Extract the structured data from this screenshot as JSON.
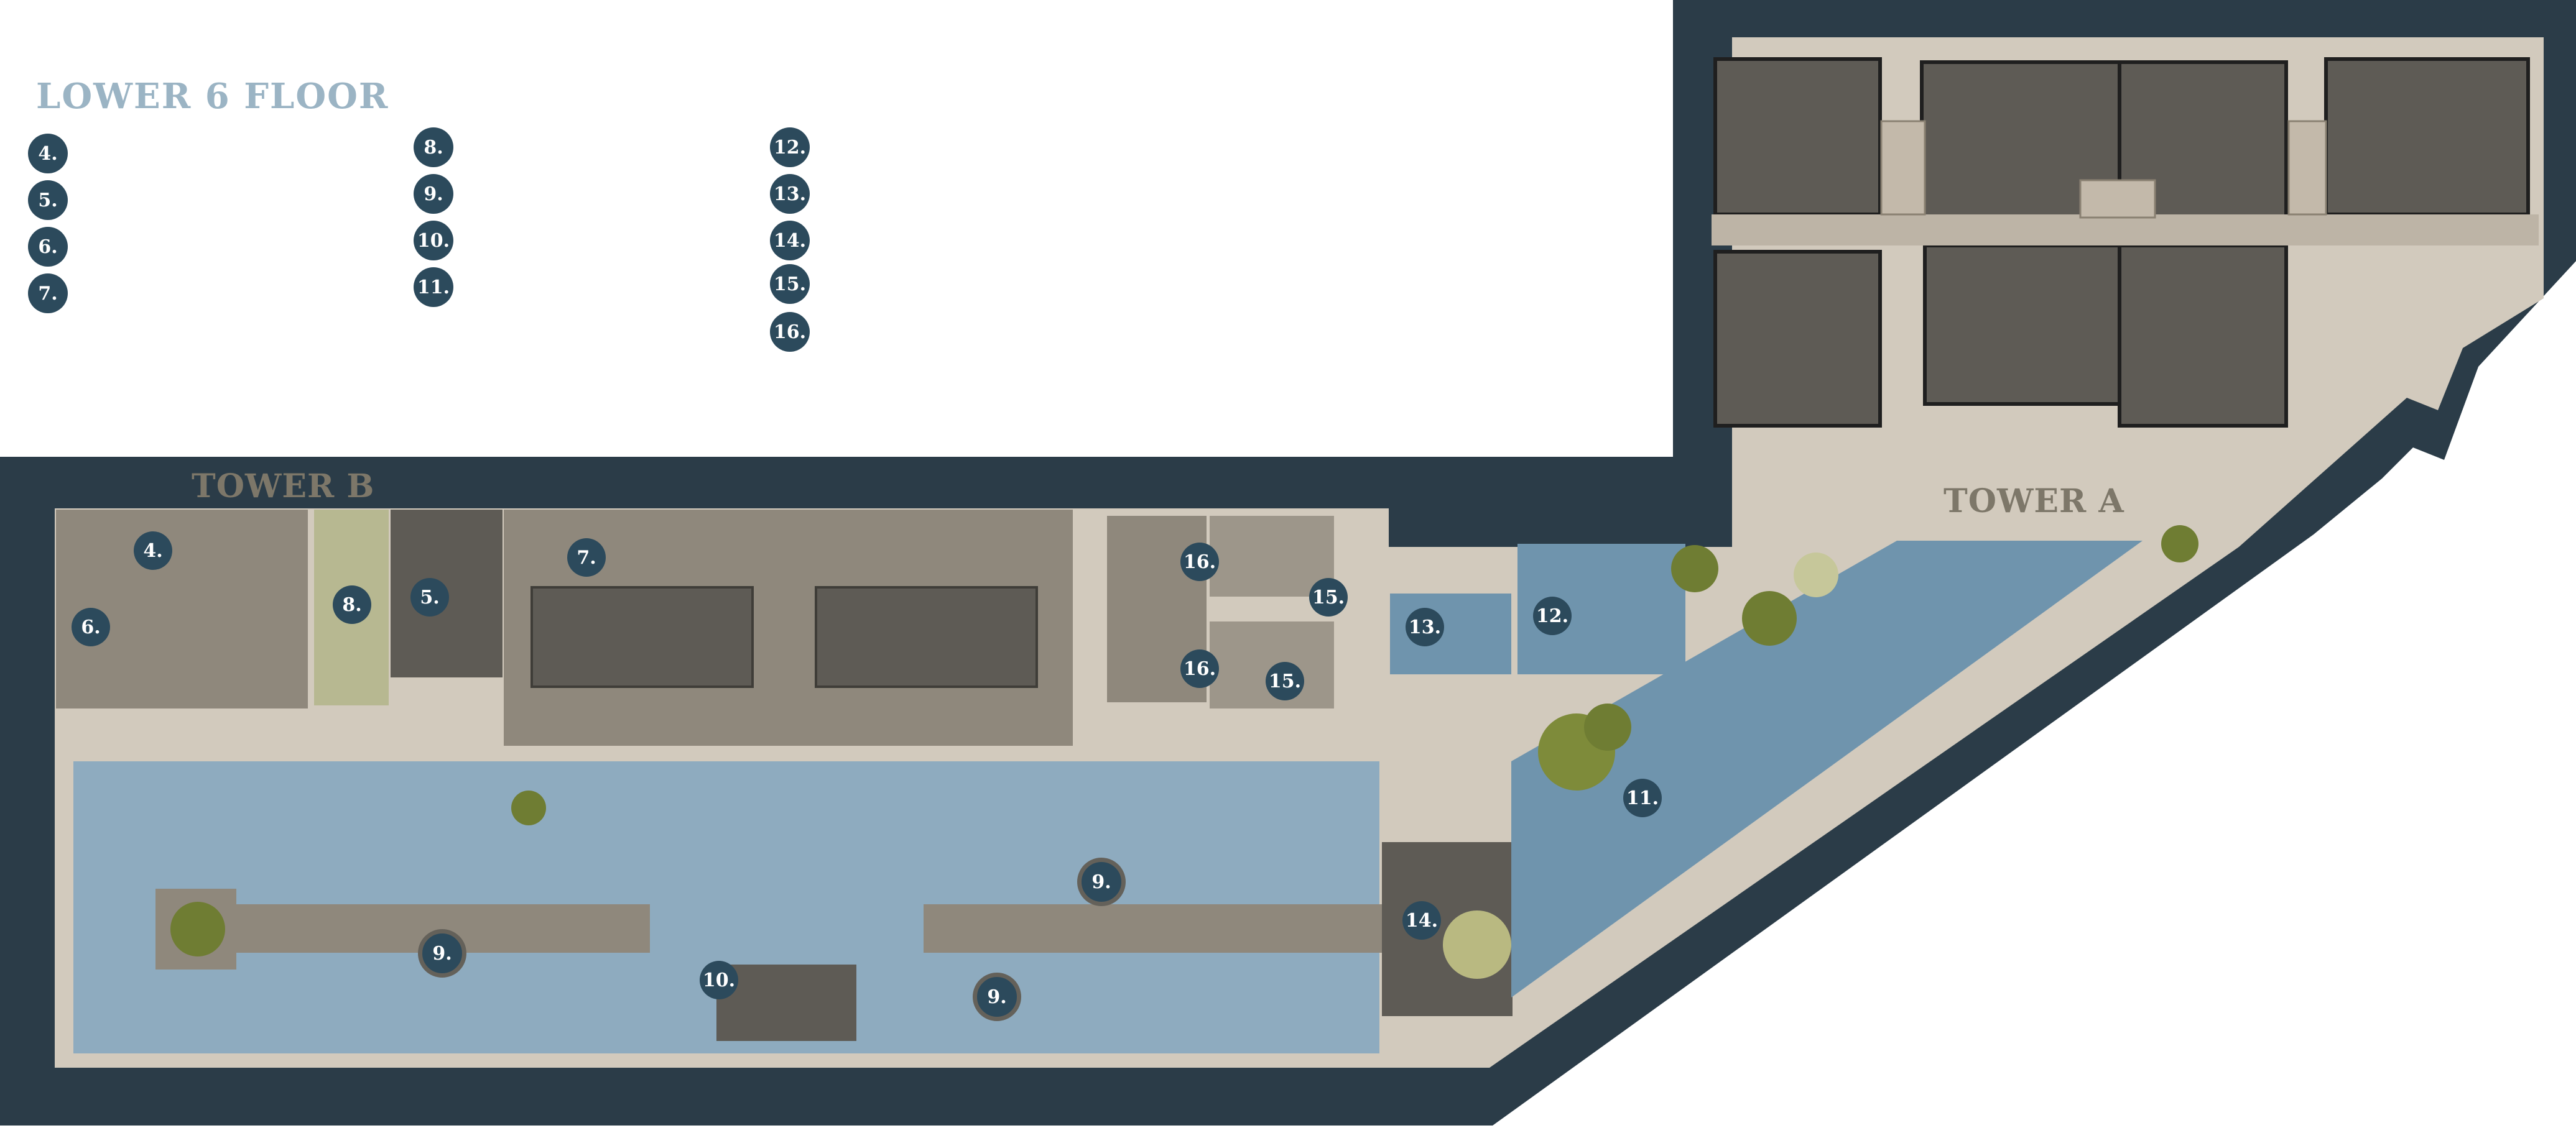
{
  "floor_title": "LOWER 6 FLOOR",
  "legend": [
    "4.",
    "5.",
    "6.",
    "7.",
    "8.",
    "9.",
    "10.",
    "11.",
    "12.",
    "13.",
    "14.",
    "15.",
    "16."
  ],
  "towers": {
    "b": "TOWER B",
    "a": "TOWER A"
  },
  "markers": [
    "4.",
    "5.",
    "6.",
    "7.",
    "8.",
    "9.",
    "10.",
    "11.",
    "12.",
    "13.",
    "14.",
    "15.",
    "16."
  ],
  "colors": {
    "wall": "#2b3c48",
    "corridor": "#d2cabd",
    "room": "#8f887c",
    "dark_room": "#5e5b55",
    "water": "#8eabbf",
    "pool": "#6f94ad",
    "badge": "#2c4a5c",
    "tree": "#7e8b3a",
    "tower_label": "#7d7769",
    "title": "#9bb4c4"
  }
}
